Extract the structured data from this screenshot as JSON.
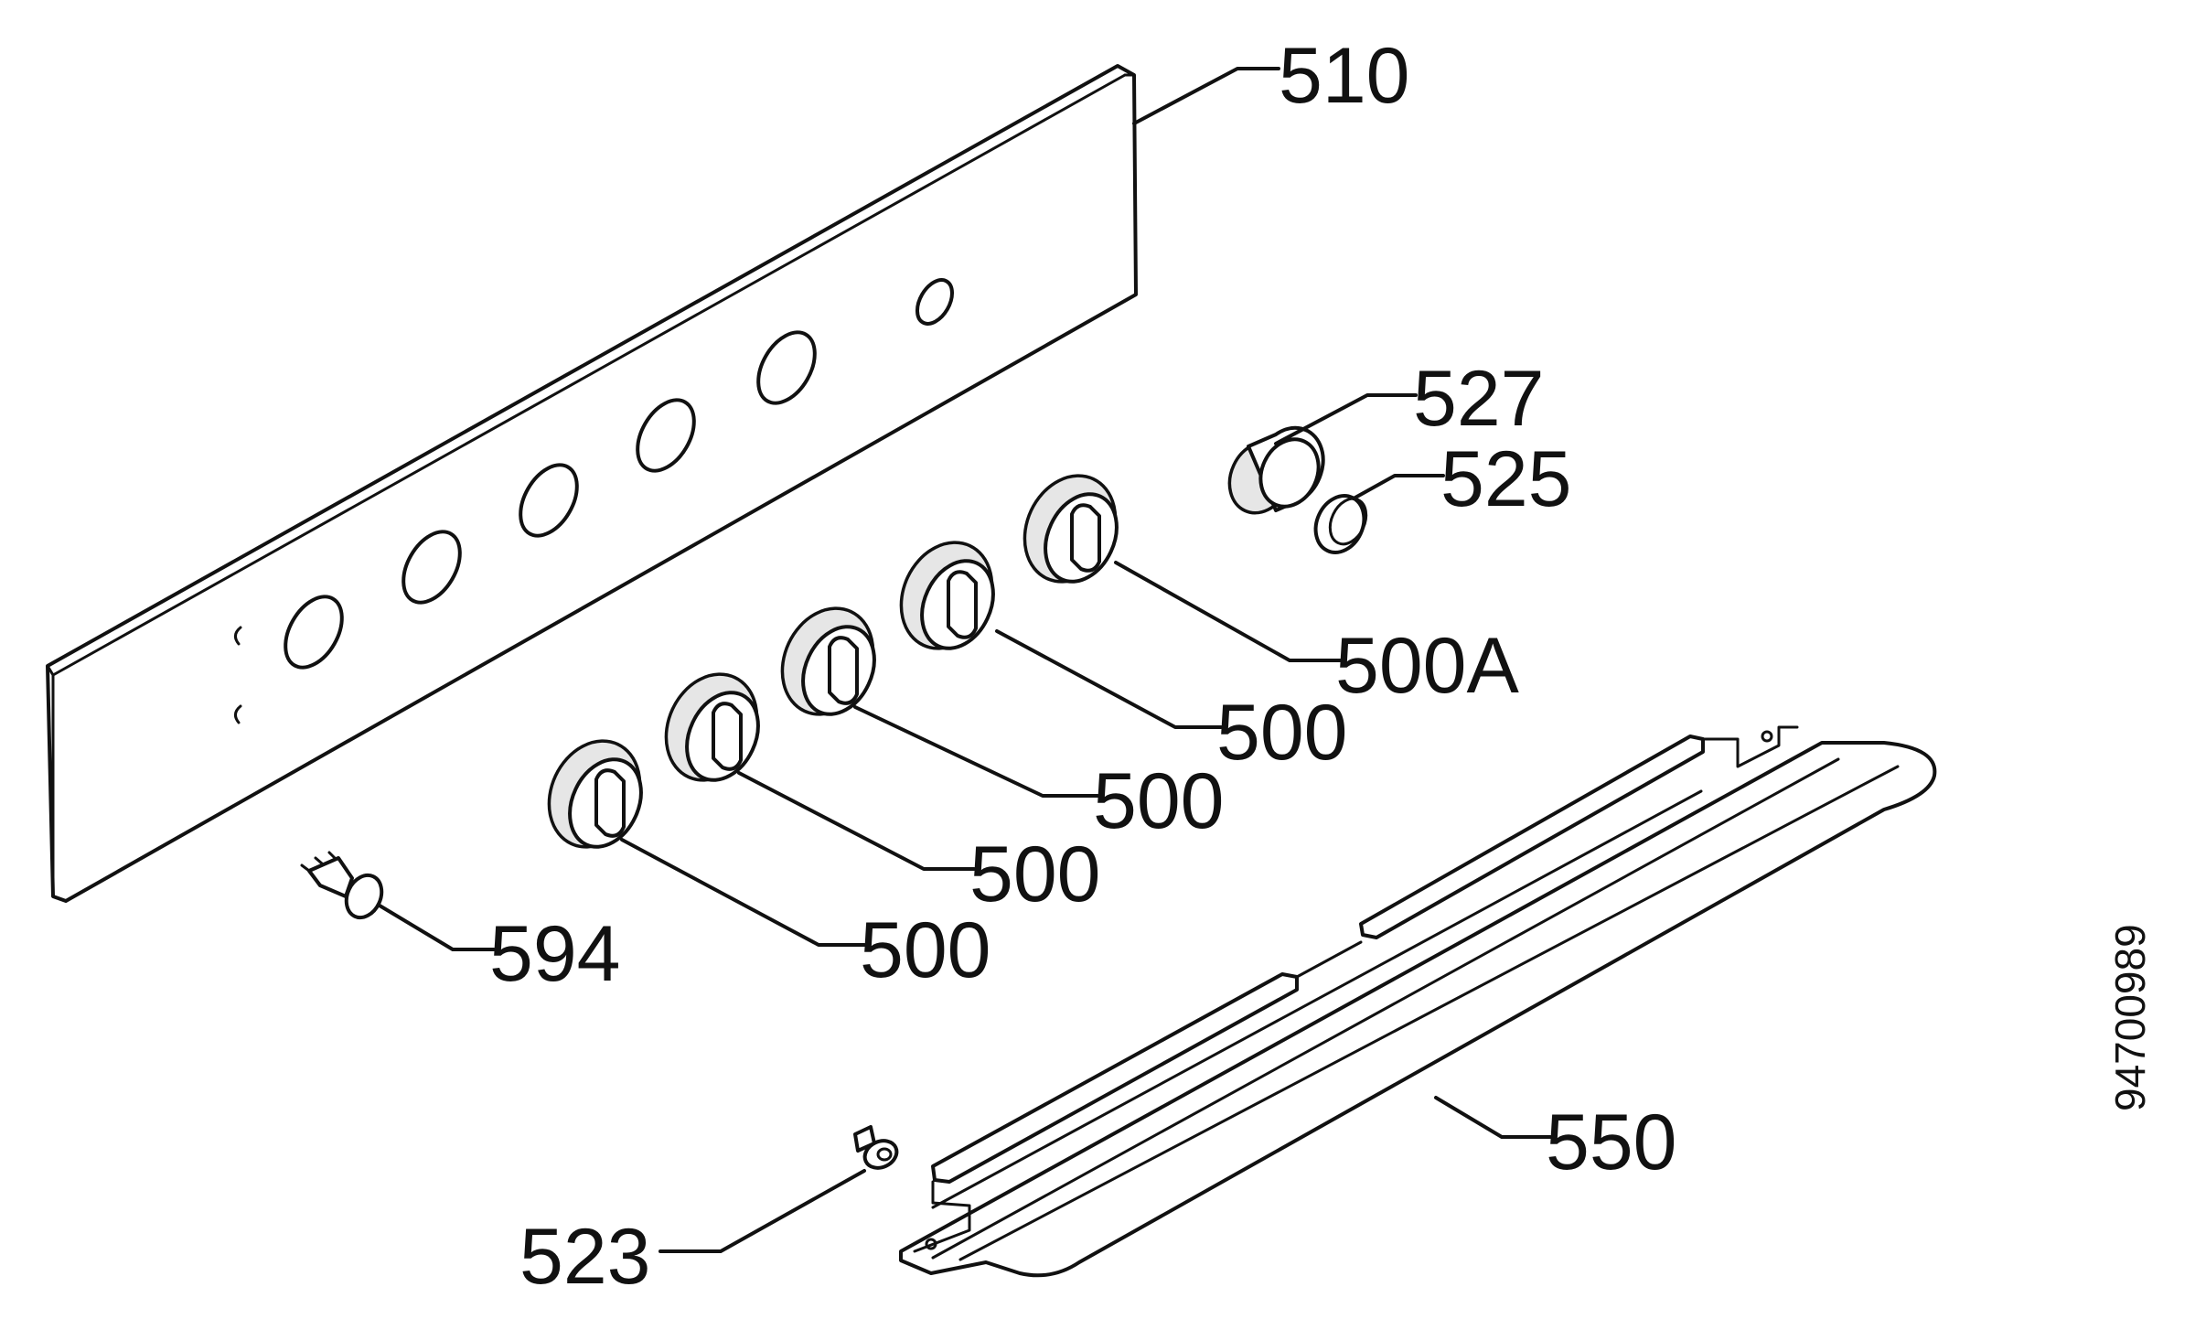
{
  "labels": {
    "panel": "510",
    "knob_ring": "527",
    "knob_cap": "525",
    "knob_a": "500A",
    "knob_4": "500",
    "knob_3": "500",
    "knob_2": "500",
    "knob_1": "500",
    "switch": "594",
    "shelf": "550",
    "screw": "523"
  },
  "document_id": "94700989",
  "colors": {
    "line": "#111111",
    "background": "#ffffff"
  }
}
